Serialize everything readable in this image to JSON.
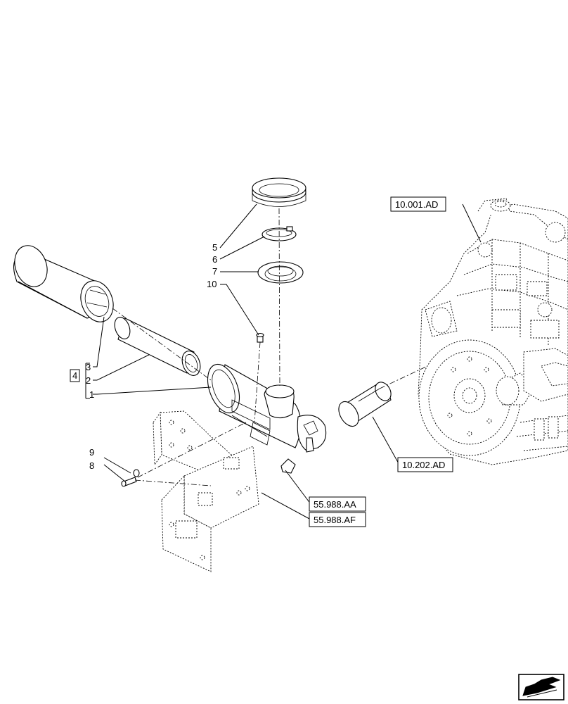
{
  "callouts": {
    "item_1": "1",
    "item_2": "2",
    "item_3": "3",
    "item_4": "4",
    "item_5": "5",
    "item_6": "6",
    "item_7": "7",
    "item_8": "8",
    "item_9": "9",
    "item_10": "10"
  },
  "references": {
    "engine": "10.001.AD",
    "intake_hose": "10.202.AD",
    "bracket_fixing": "55.988.AA",
    "bracket_support": "55.988.AF"
  },
  "nav": {
    "icon": "arrow-icon"
  }
}
